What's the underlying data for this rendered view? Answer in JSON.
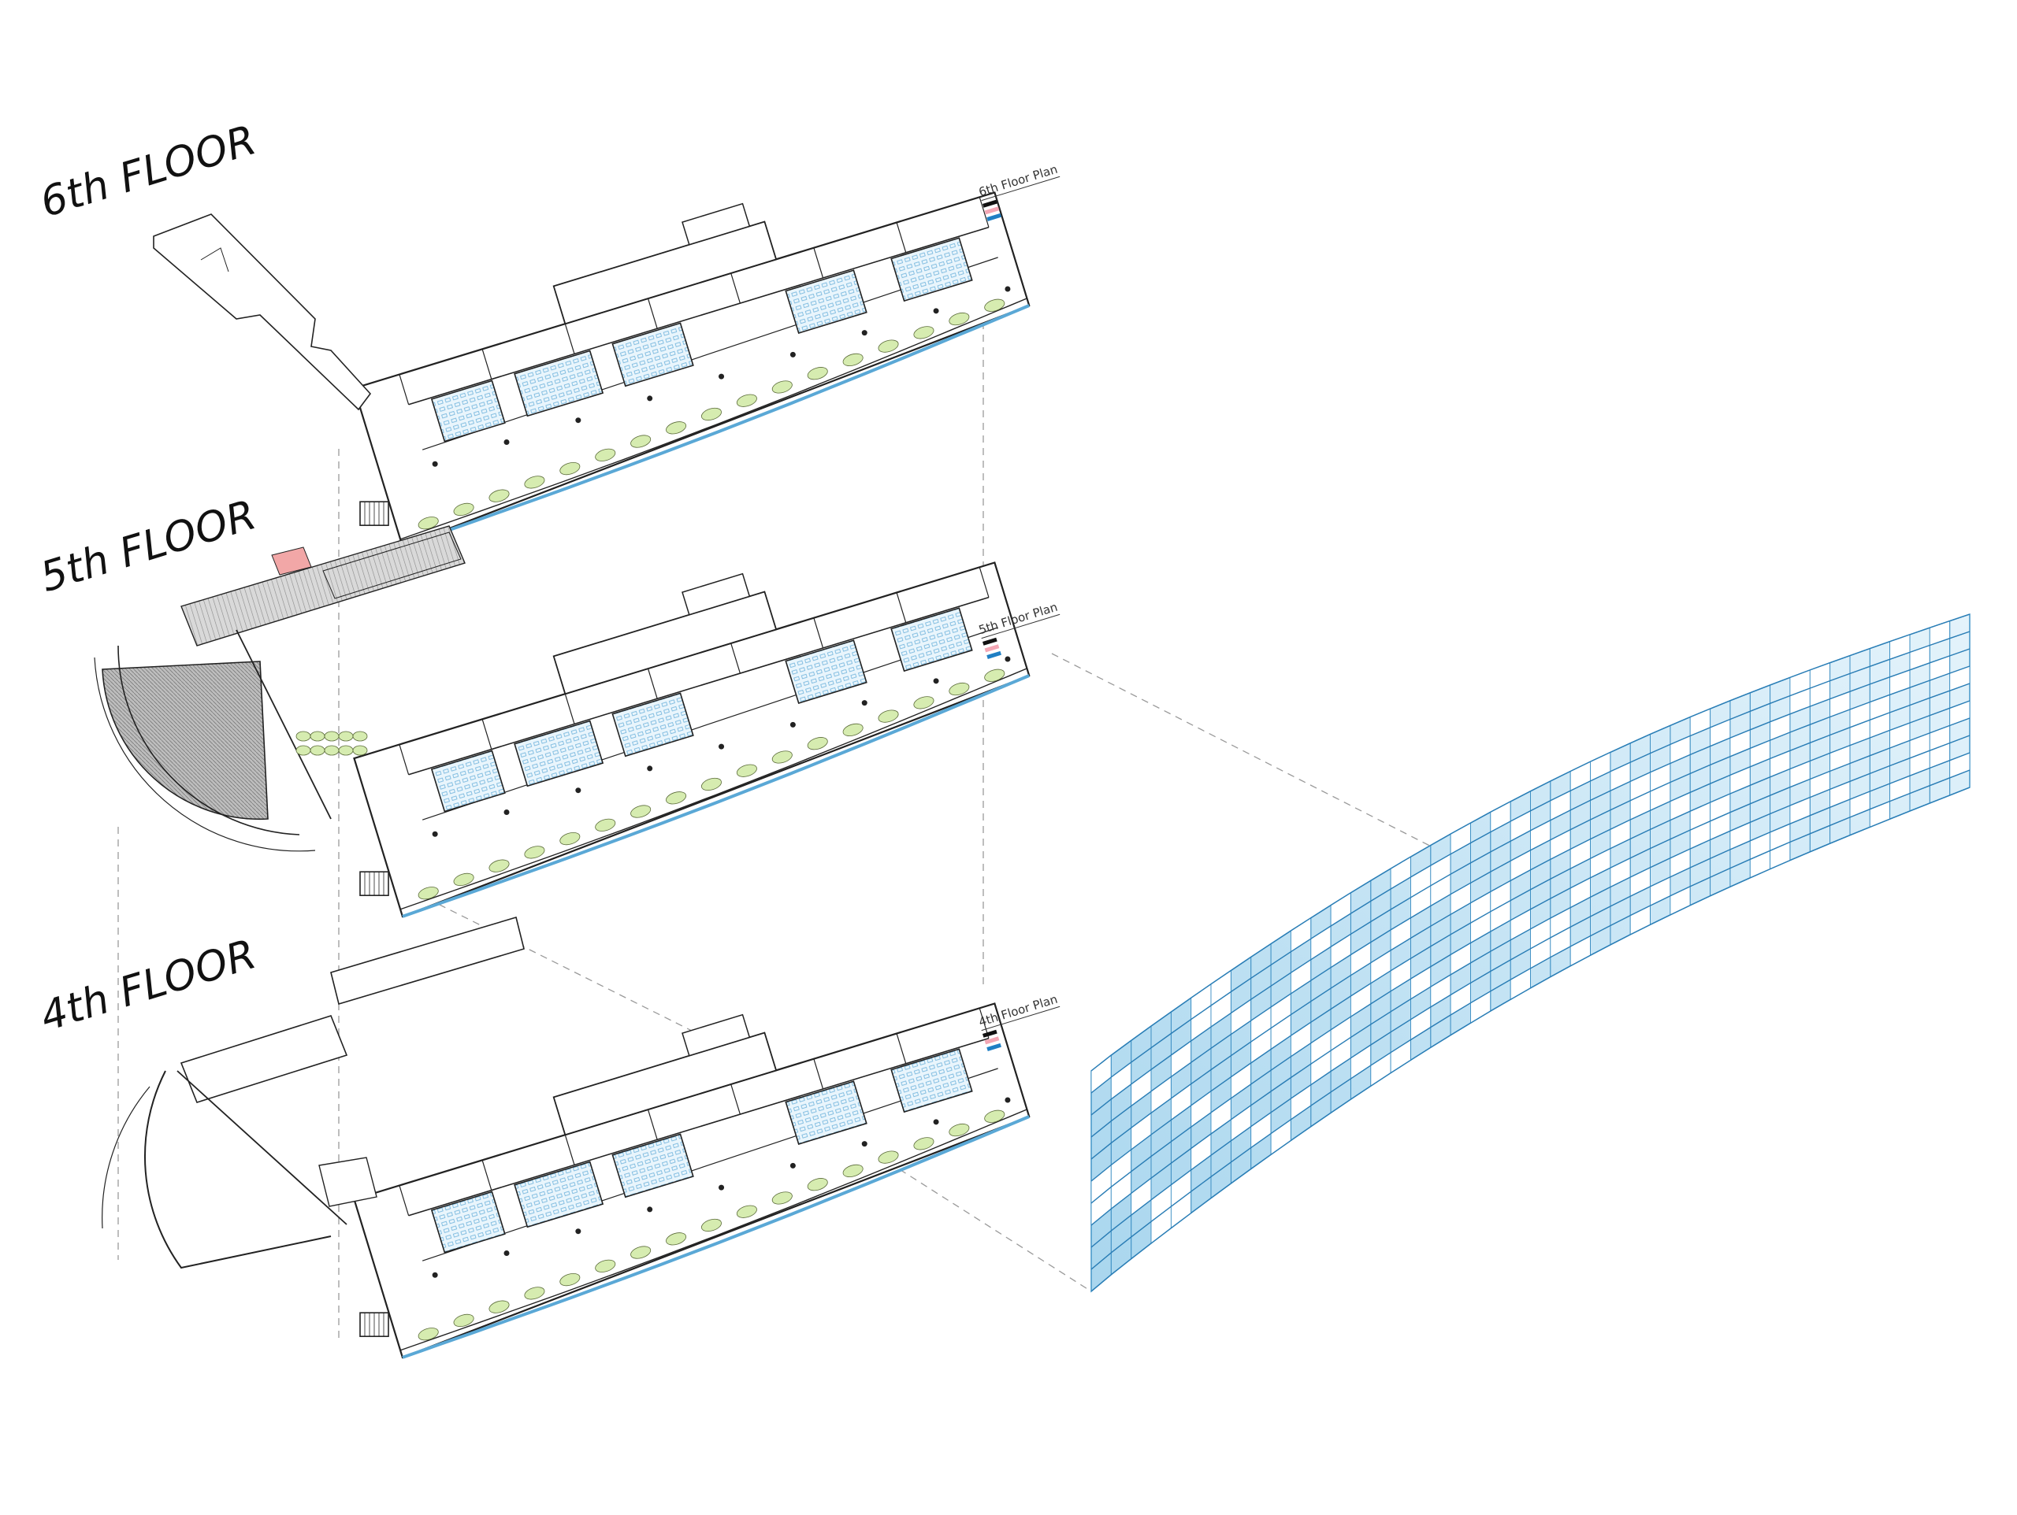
{
  "floors": [
    {
      "id": "6",
      "title": "6th FLOOR",
      "plan_label": "6th Floor Plan"
    },
    {
      "id": "5",
      "title": "5th FLOOR",
      "plan_label": "5th Floor Plan"
    },
    {
      "id": "4",
      "title": "4th FLOOR",
      "plan_label": "4th Floor Plan"
    }
  ],
  "colors": {
    "line": "#222222",
    "facade_blue": "#5aa8d6",
    "facade_fill": "#bfe1f3",
    "planting": "#d6ecb0",
    "accent_red": "#f2a7a7",
    "legend_black": "#111111",
    "legend_pink": "#f3a6b4",
    "legend_blue": "#1f7fc4",
    "classroom_fill": "#dff0fa"
  }
}
